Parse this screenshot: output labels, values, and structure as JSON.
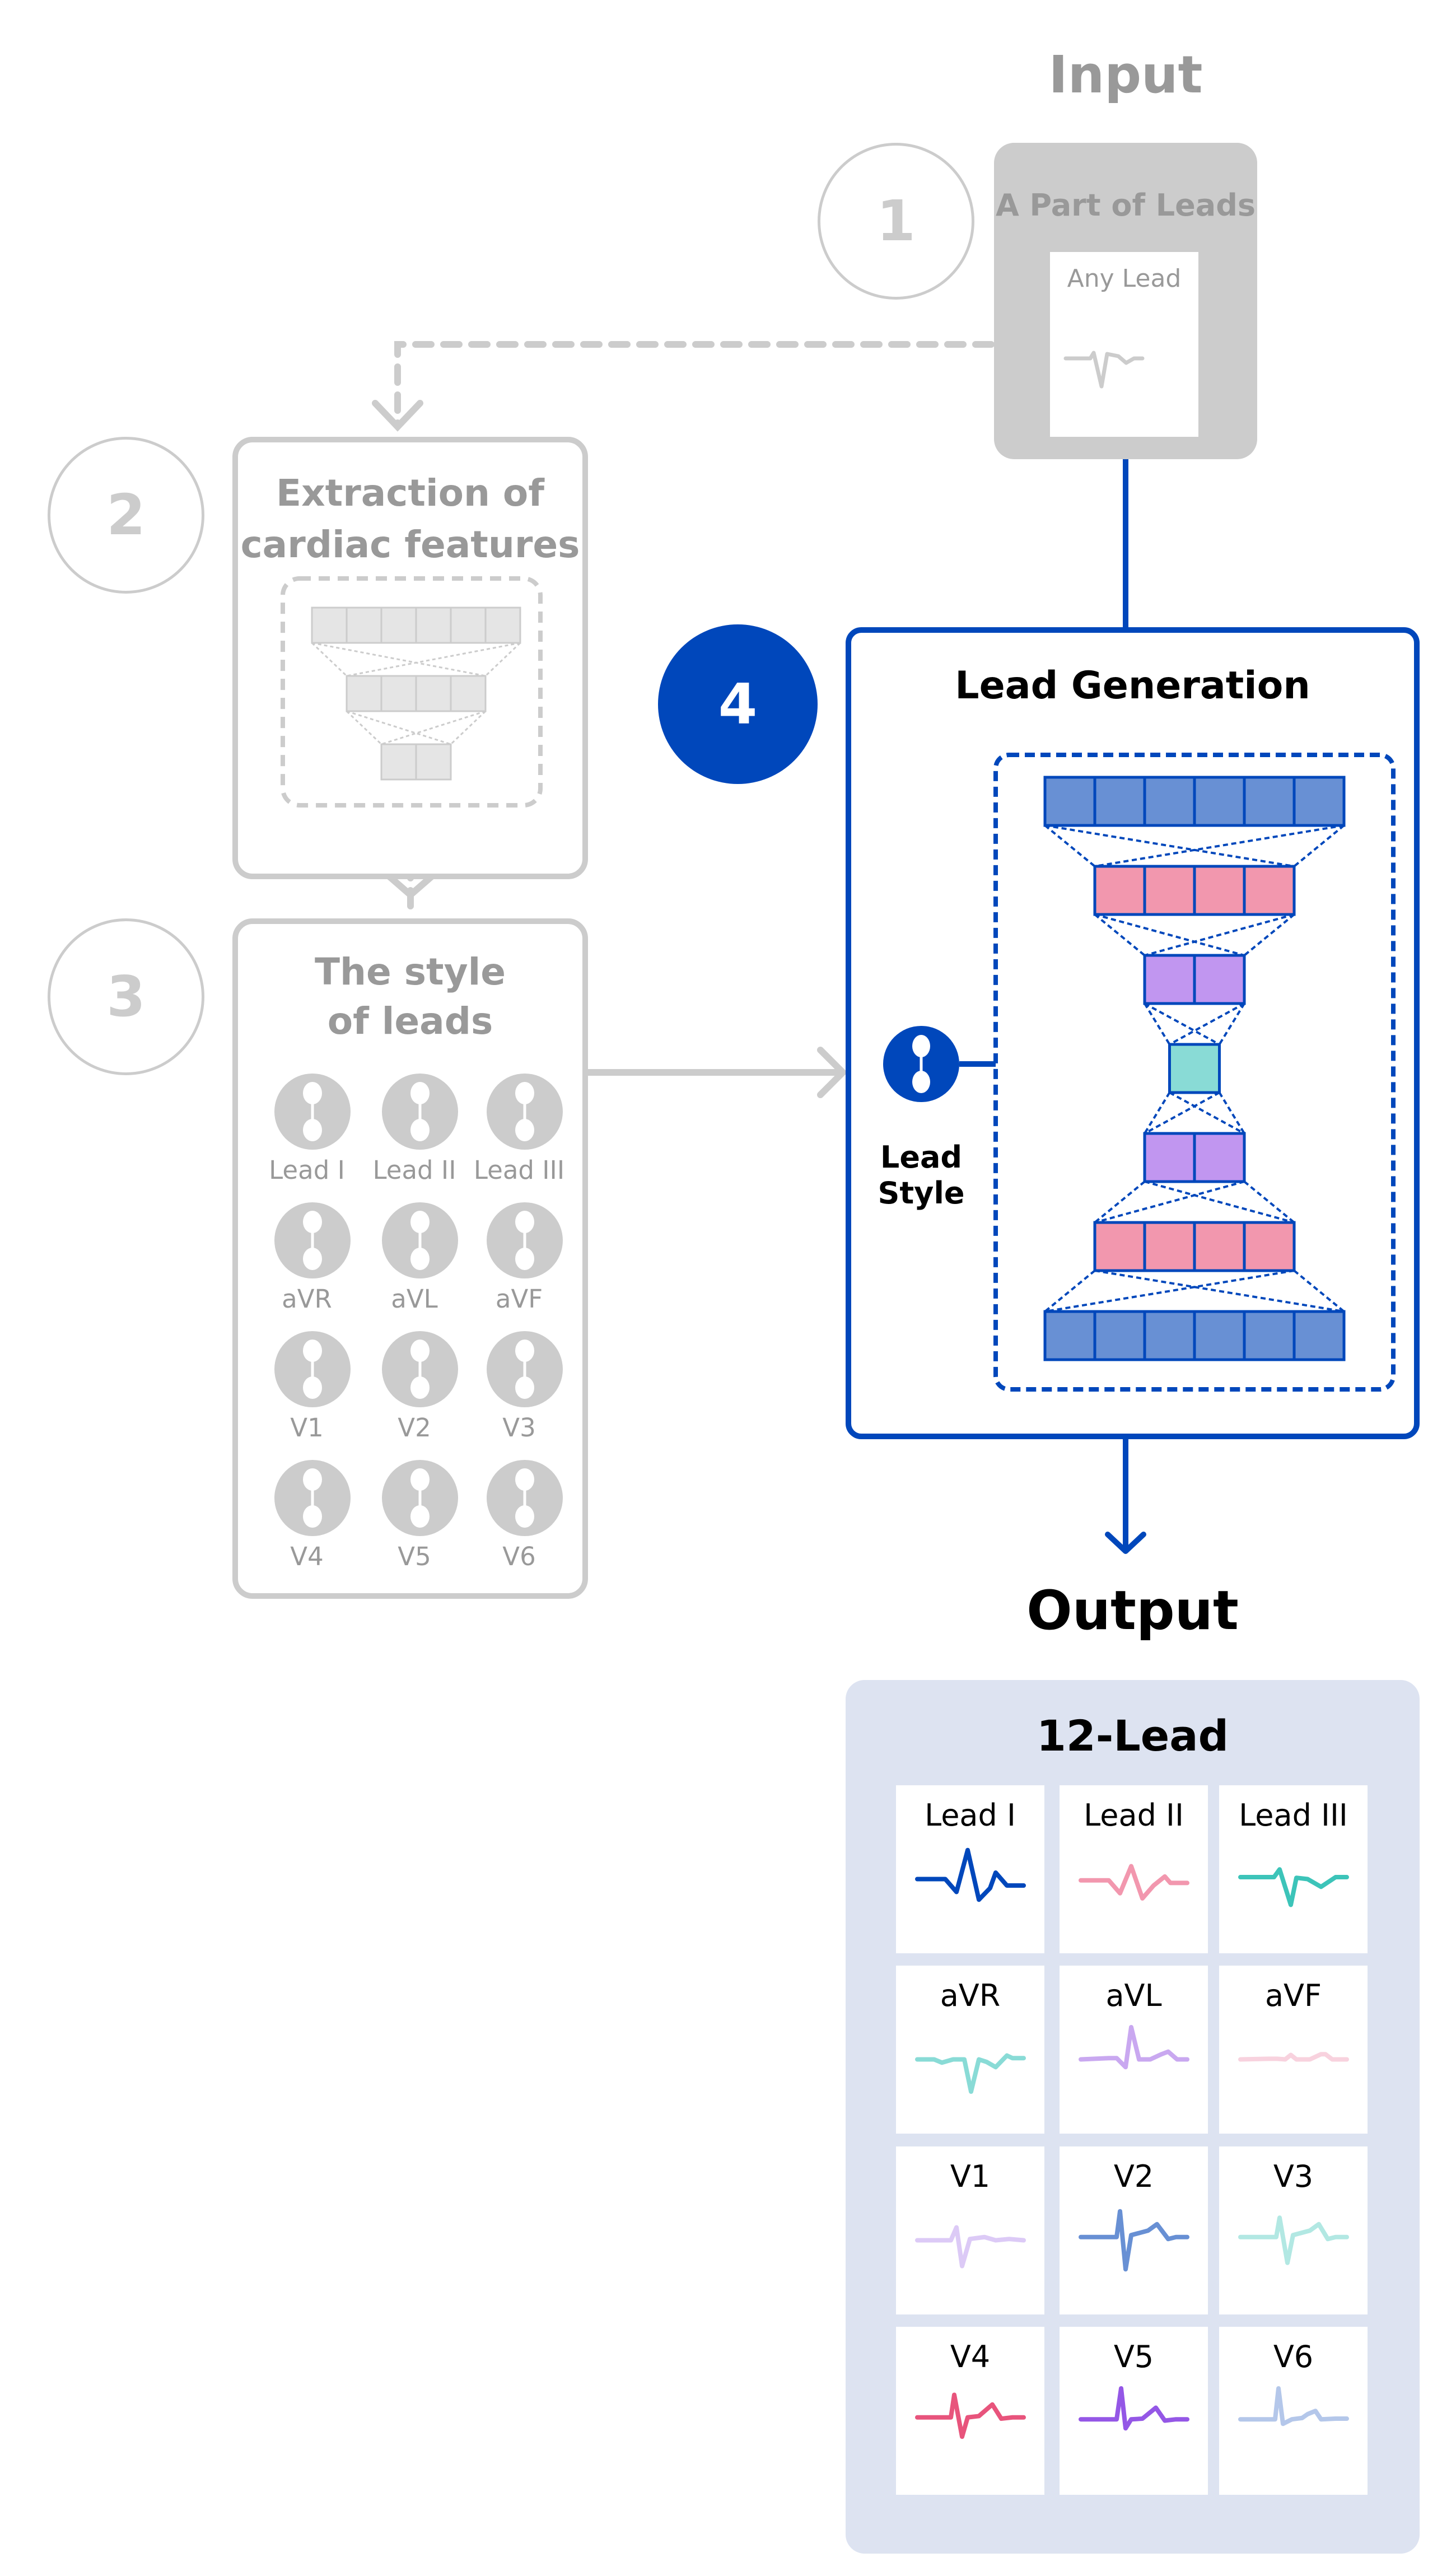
{
  "input": {
    "title": "Input",
    "step": "1",
    "box_title": "A Part of Leads",
    "lead_label": "Any Lead"
  },
  "extraction": {
    "step": "2",
    "title_line1": "Extraction of",
    "title_line2": "cardiac features",
    "layers": [
      6,
      4,
      2
    ]
  },
  "style": {
    "step": "3",
    "title_line1": "The style",
    "title_line2": "of leads",
    "leads": [
      "Lead I",
      "Lead II",
      "Lead III",
      "aVR",
      "aVL",
      "aVF",
      "V1",
      "V2",
      "V3",
      "V4",
      "V5",
      "V6"
    ]
  },
  "generation": {
    "step": "4",
    "title": "Lead Generation",
    "lead_style_line1": "Lead",
    "lead_style_line2": "Style",
    "layers": [
      {
        "cells": 6,
        "color": "#6890d4"
      },
      {
        "cells": 4,
        "color": "#f297ae"
      },
      {
        "cells": 2,
        "color": "#c196f0"
      },
      {
        "cells": 1,
        "color": "#89dbd6"
      },
      {
        "cells": 2,
        "color": "#c196f0"
      },
      {
        "cells": 4,
        "color": "#f297ae"
      },
      {
        "cells": 6,
        "color": "#6890d4"
      }
    ]
  },
  "output": {
    "title": "Output",
    "panel_title": "12-Lead",
    "leads": [
      {
        "label": "Lead I",
        "color": "#0047bb"
      },
      {
        "label": "Lead II",
        "color": "#f297ae"
      },
      {
        "label": "Lead III",
        "color": "#3cc4b9"
      },
      {
        "label": "aVR",
        "color": "#89dbd6"
      },
      {
        "label": "aVL",
        "color": "#c9a8f0"
      },
      {
        "label": "aVF",
        "color": "#f8d2de"
      },
      {
        "label": "V1",
        "color": "#dccaf6"
      },
      {
        "label": "V2",
        "color": "#6890d4"
      },
      {
        "label": "V3",
        "color": "#b2e8e3"
      },
      {
        "label": "V4",
        "color": "#e8547c"
      },
      {
        "label": "V5",
        "color": "#9457e6"
      },
      {
        "label": "V6",
        "color": "#b4c7ea"
      }
    ]
  },
  "colors": {
    "accent": "#0047bb",
    "inactive": "#cccccc",
    "inactive_text": "#999999",
    "output_panel": "#dde3f1"
  }
}
